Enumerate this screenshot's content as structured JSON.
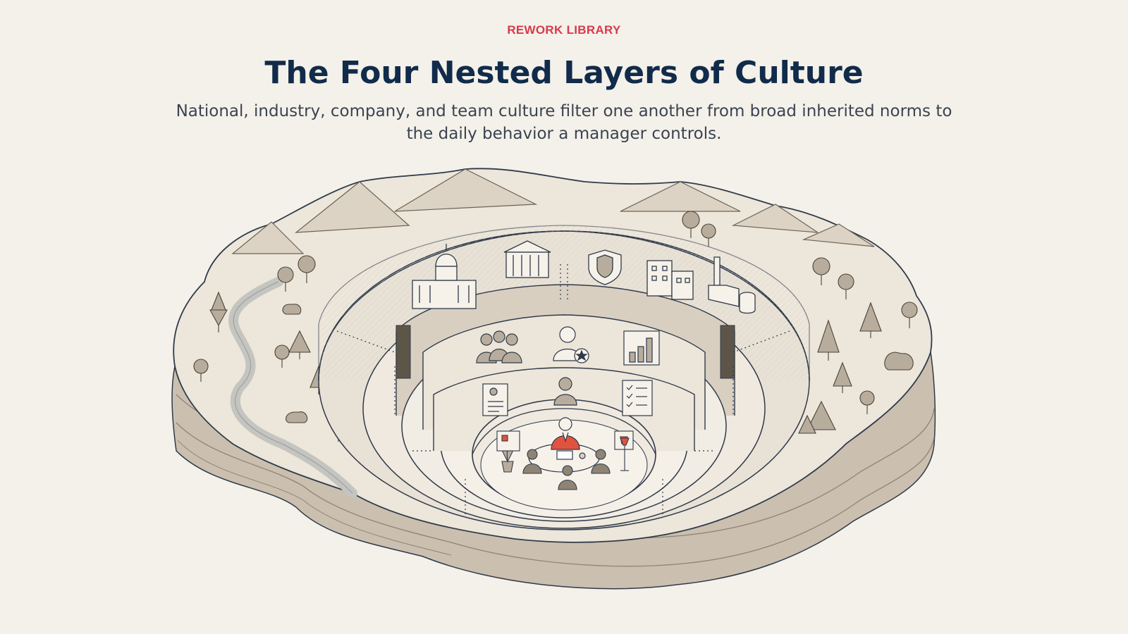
{
  "header": {
    "eyebrow": "REWORK LIBRARY",
    "title": "The Four Nested Layers of Culture",
    "subtitle": "National, industry, company, and team culture filter one another from broad inherited norms to the daily behavior a manager controls."
  },
  "colors": {
    "background": "#f4f1ea",
    "eyebrow": "#d9394a",
    "title": "#112b4a",
    "body_text": "#3a4450",
    "ink": "#2f3a4a",
    "terrain_light": "#ece6db",
    "terrain_mid": "#d9d0c3",
    "strata": "#a89d8f",
    "accent_manager": "#e0533f"
  },
  "illustration": {
    "layers": [
      "national",
      "industry",
      "company",
      "team"
    ],
    "icons": [
      "capitol-icon",
      "courthouse-icon",
      "shield-icon",
      "office-building-icon",
      "factory-icon",
      "group-icon",
      "employee-star-icon",
      "bar-chart-icon",
      "profile-card-icon",
      "person-icon",
      "checklist-icon",
      "manager-icon",
      "meeting-table-icon",
      "plant-icon",
      "trees-icon",
      "mountains-icon",
      "river-icon"
    ]
  }
}
